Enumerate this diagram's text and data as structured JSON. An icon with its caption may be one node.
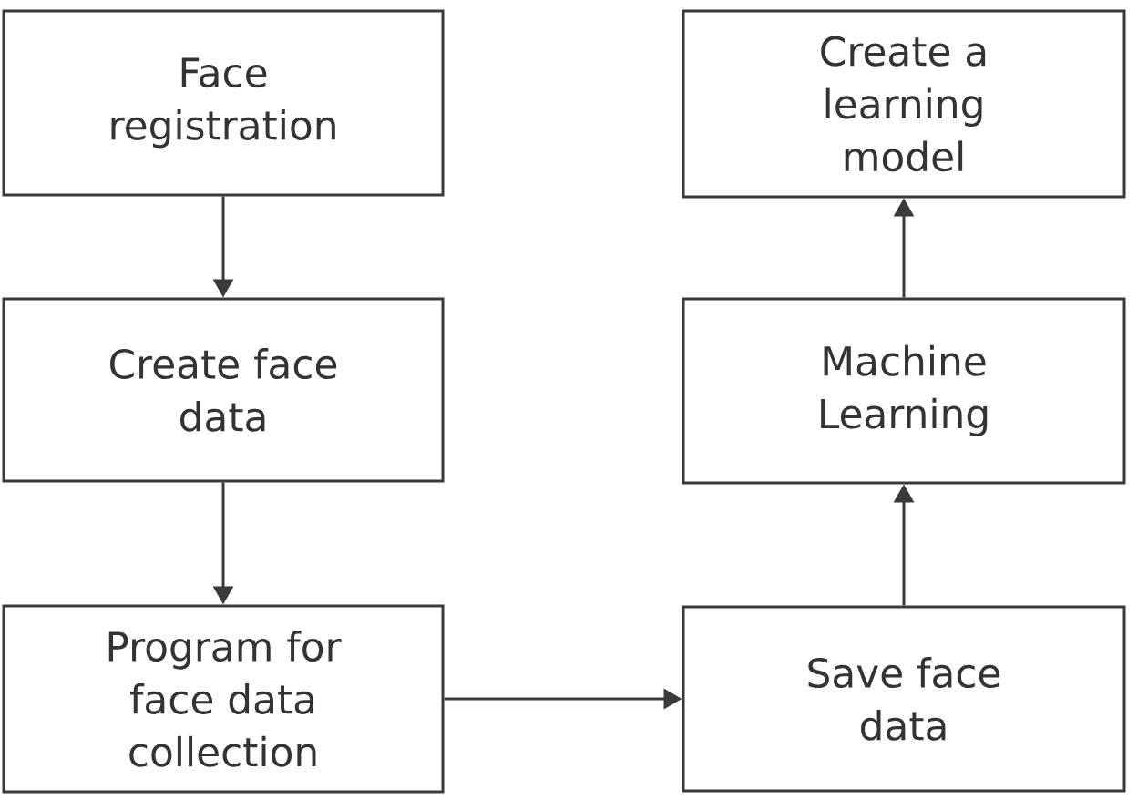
{
  "diagram": {
    "nodes": [
      {
        "text": [
          "Face registration"
        ]
      },
      {
        "text": [
          "Create face data"
        ]
      },
      {
        "text": [
          "Program for face data collection"
        ]
      },
      {
        "text": [
          "Save face data"
        ]
      },
      {
        "text": [
          "Machine Learning"
        ]
      },
      {
        "text": [
          "Create a learning model"
        ]
      }
    ],
    "edges": [
      {
        "from": 0,
        "to": 1,
        "arrow": "to"
      },
      {
        "from": 1,
        "to": 2,
        "arrow": "to"
      },
      {
        "from": 2,
        "to": 3,
        "arrow": "to"
      },
      {
        "from": 3,
        "to": 4,
        "arrow": "to"
      },
      {
        "from": 4,
        "to": 5,
        "arrow": "to"
      }
    ]
  }
}
